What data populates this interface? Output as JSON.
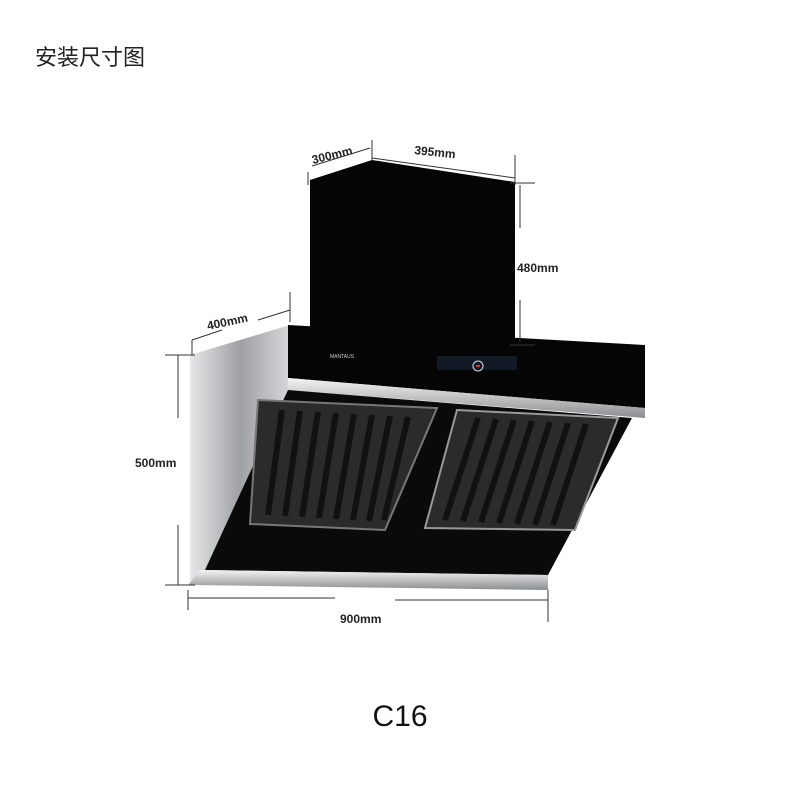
{
  "title": "安装尺寸图",
  "model": "C16",
  "brand_logo": "MANTAUS",
  "dimensions": {
    "chimney_depth": "300mm",
    "chimney_width": "395mm",
    "chimney_height": "480mm",
    "hood_depth": "400mm",
    "hood_height": "500mm",
    "hood_width": "900mm"
  },
  "colors": {
    "glass": "#050505",
    "steel": "#b9bcbf",
    "display_accent": "#e0322b"
  }
}
